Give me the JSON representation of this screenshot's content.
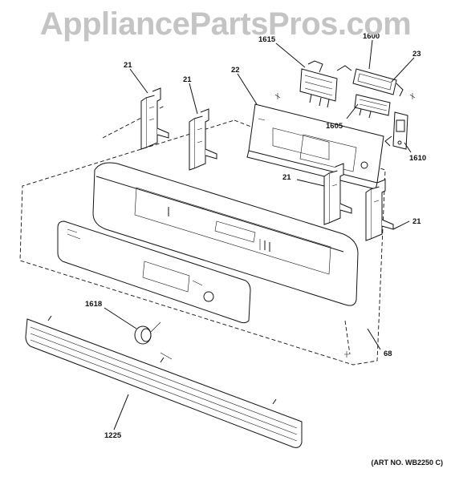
{
  "watermark": "AppliancePartsPros.com",
  "art_number": "(ART NO. WB2250 C)",
  "callouts": {
    "bracket_tl1": "21",
    "bracket_tl2": "21",
    "panel_back": "22",
    "board_1615": "1615",
    "display_1600": "1600",
    "ref_23": "23",
    "board_1605": "1605",
    "switch_1610": "1610",
    "bracket_r1": "21",
    "bracket_r2": "21",
    "knob": "1618",
    "assembly": "68",
    "trim": "1225"
  }
}
